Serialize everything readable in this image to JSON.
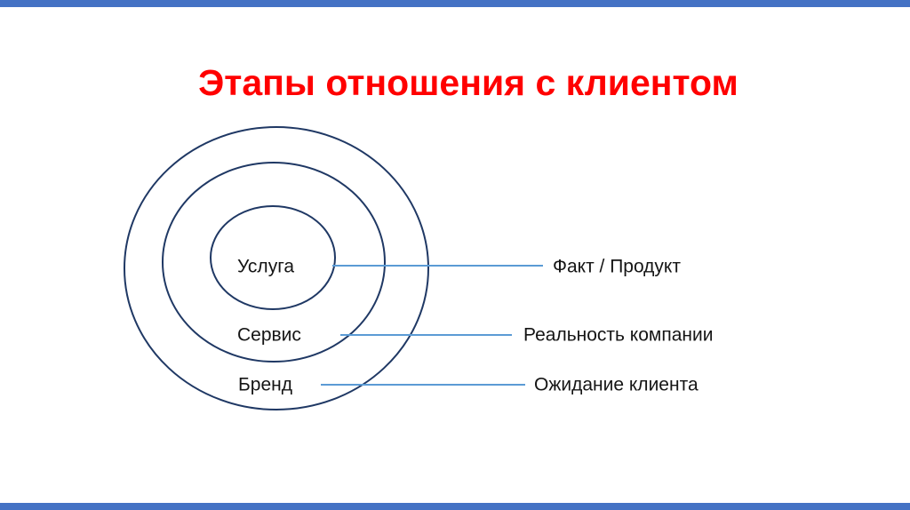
{
  "slide": {
    "title": "Этапы отношения с клиентом"
  },
  "colors": {
    "background": "#FFFFFF",
    "title_red": "#FF0000",
    "accent_bar_blue": "#4472C4",
    "circle_stroke_navy": "#1F3864",
    "connector_blue": "#5B9BD5",
    "label_text": "#151515"
  },
  "diagram": {
    "rings": [
      {
        "label": "Услуга",
        "callout": "Факт / Продукт"
      },
      {
        "label": "Сервис",
        "callout": "Реальность компании"
      },
      {
        "label": "Бренд",
        "callout": "Ожидание клиента"
      }
    ]
  }
}
